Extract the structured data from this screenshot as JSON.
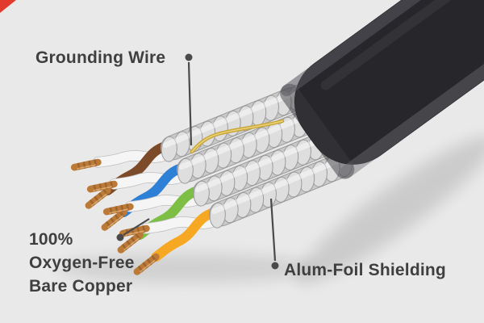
{
  "page": {
    "background": "#e9e9e9",
    "corner_mark_color": "#e23b2e"
  },
  "labels": {
    "grounding": "Grounding Wire",
    "copper_line1": "100%",
    "copper_line2": "Oxygen-Free",
    "copper_line3": "Bare Copper",
    "foil": "Alum-Foil Shielding"
  },
  "illustration": {
    "subject": "flat ethernet cable cutaway showing four foil-shielded twisted pairs with bare copper conductor tips and a grounding wire",
    "colors": {
      "jacket": "#27272b",
      "foil": "#c9c9c9",
      "white_wire": "#f5f5f5",
      "copper": "#bc7a38",
      "grounding_wire": "#c9a63a",
      "callout": "#4a4a4a"
    },
    "wires": [
      {
        "name": "brown",
        "hex": "#7C4A28"
      },
      {
        "name": "blue",
        "hex": "#2E7FD6"
      },
      {
        "name": "green",
        "hex": "#7CBF44"
      },
      {
        "name": "orange",
        "hex": "#F7A823"
      }
    ]
  }
}
